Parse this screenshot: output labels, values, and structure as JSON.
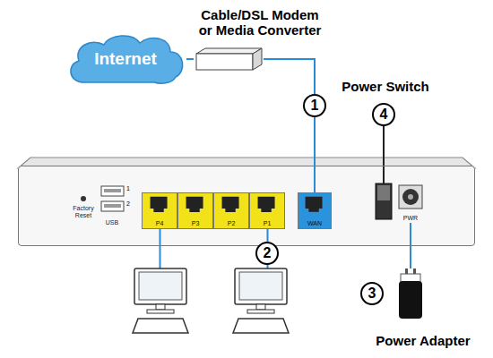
{
  "diagram": {
    "nodes": [
      {
        "text": [
          "Internet"
        ]
      },
      {
        "text": [
          "Cable/DSL Modem or Media Converter"
        ]
      },
      {
        "text": [
          "Factory Reset",
          "USB"
        ]
      },
      {
        "text": [
          "P4"
        ],
        "in": 2
      },
      {
        "text": [
          "P3"
        ],
        "in": 2
      },
      {
        "text": [
          "P2"
        ],
        "in": 2
      },
      {
        "text": [
          "P1"
        ],
        "in": 2
      },
      {
        "text": [
          "WAN"
        ],
        "in": 2
      },
      {
        "text": [
          "PWR"
        ],
        "in": 2
      },
      {
        "text": [
          "1"
        ]
      },
      {
        "text": [
          "2"
        ]
      },
      {
        "text": [
          "3"
        ]
      },
      {
        "text": [
          "4"
        ]
      },
      {
        "text": [
          "Power Adapter"
        ]
      }
    ],
    "edges": [
      {
        "from": 0,
        "to": 1,
        "arrow": "none"
      },
      {
        "from": 1,
        "to": 7,
        "arrow": "none"
      },
      {
        "from": 13,
        "to": 8,
        "arrow": "none"
      }
    ],
    "labels": [
      "1",
      "2",
      "Power Switch"
    ]
  }
}
